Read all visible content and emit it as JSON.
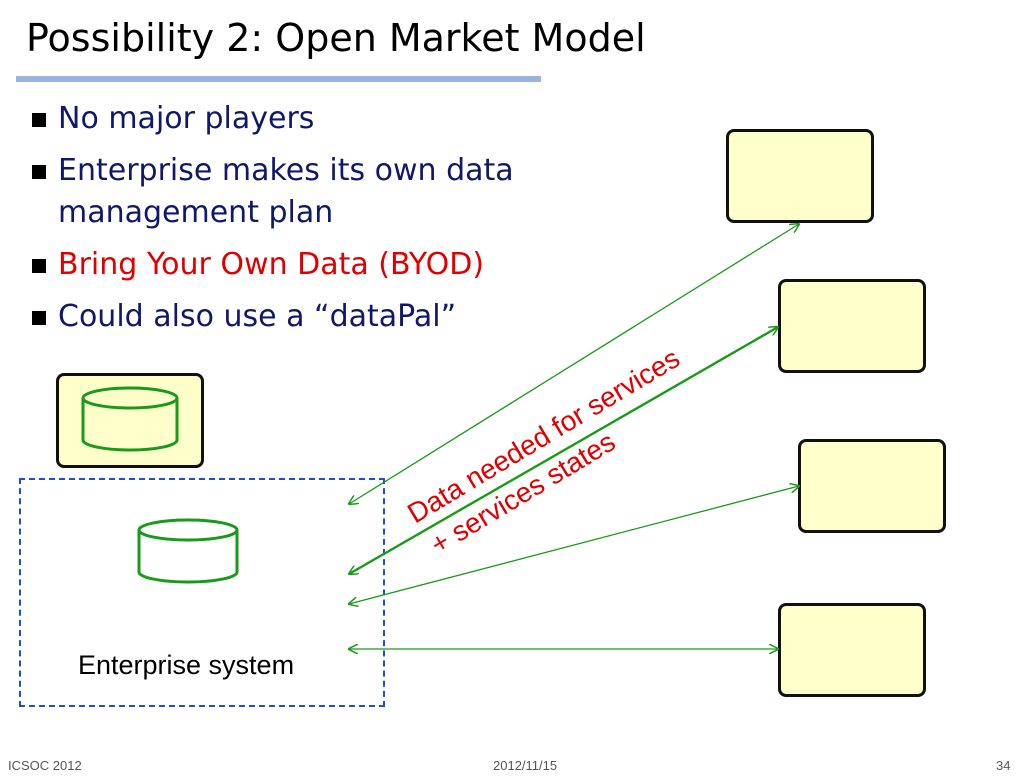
{
  "slide": {
    "title": "Possibility 2: Open Market Model",
    "bullets": [
      {
        "text": "No major players",
        "color": "#10186a"
      },
      {
        "text": "Enterprise makes its own data management plan",
        "color": "#10186a"
      },
      {
        "text": "Bring Your Own Data (BYOD)",
        "color": "#e00000"
      },
      {
        "text": "Could also use a “dataPal”",
        "color": "#10186a"
      }
    ]
  },
  "diagram": {
    "enterprise_label": "Enterprise system",
    "flow_label_line1": "Data needed for services",
    "flow_label_line2": "+ services states",
    "colors": {
      "box_fill": "#ffffcc",
      "arrow": "#1a9a1a",
      "database": "#1a9a1a",
      "dashed_border": "#1f4fd0",
      "label": "#e00000"
    }
  },
  "footer": {
    "left": "ICSOC 2012",
    "center": "2012/11/15",
    "right": "34"
  }
}
